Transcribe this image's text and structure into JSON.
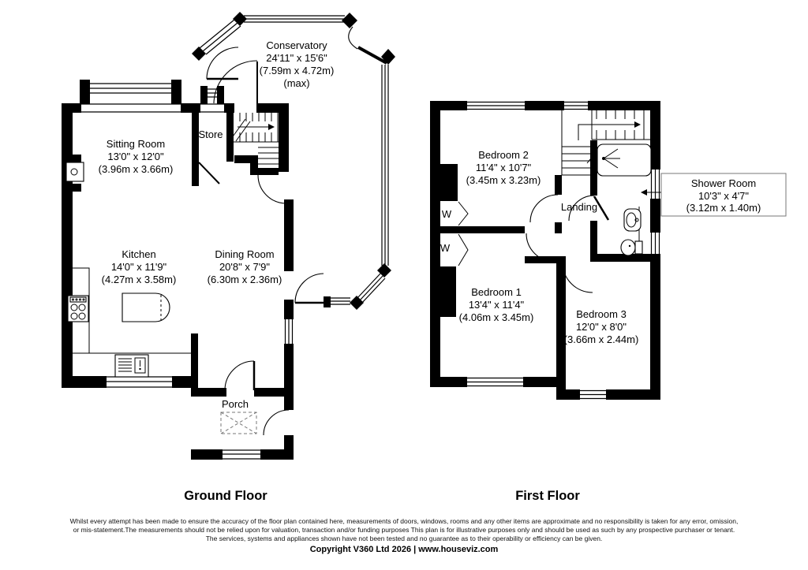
{
  "floors": {
    "ground": {
      "label": "Ground Floor",
      "rooms": {
        "conservatory": {
          "name": "Conservatory",
          "imperial": "24'11\" x 15'6\"",
          "metric": "(7.59m x 4.72m)",
          "note": "(max)"
        },
        "sitting_room": {
          "name": "Sitting Room",
          "imperial": "13'0\" x 12'0\"",
          "metric": "(3.96m x 3.66m)"
        },
        "store": {
          "name": "Store"
        },
        "kitchen": {
          "name": "Kitchen",
          "imperial": "14'0\" x 11'9\"",
          "metric": "(4.27m x 3.58m)"
        },
        "dining_room": {
          "name": "Dining Room",
          "imperial": "20'8\" x 7'9\"",
          "metric": "(6.30m x 2.36m)"
        },
        "porch": {
          "name": "Porch"
        }
      }
    },
    "first": {
      "label": "First Floor",
      "rooms": {
        "bedroom1": {
          "name": "Bedroom 1",
          "imperial": "13'4\" x 11'4\"",
          "metric": "(4.06m x 3.45m)"
        },
        "bedroom2": {
          "name": "Bedroom 2",
          "imperial": "11'4\" x 10'7\"",
          "metric": "(3.45m x 3.23m)"
        },
        "bedroom3": {
          "name": "Bedroom 3",
          "imperial": "12'0\" x 8'0\"",
          "metric": "(3.66m x 2.44m)"
        },
        "landing": {
          "name": "Landing"
        },
        "shower_room": {
          "name": "Shower Room",
          "imperial": "10'3\" x 4'7\"",
          "metric": "(3.12m x 1.40m)"
        },
        "wardrobe": {
          "name": "W"
        }
      }
    }
  },
  "footer": {
    "disclaimer_lines": [
      "Whilst every attempt has been made to ensure the accuracy of the floor plan contained here, measurements of doors, windows, rooms and any other items are approximate and no responsibility is taken for any error, omission,",
      "or mis-statement.The measurements should not be relied upon for valuation, transaction and/or funding purposes This plan is for illustrative purposes only and should be used as such by any prospective purchaser or tenant.",
      "The services, systems and appliances shown have not been tested and no guarantee as to their operability or efficiency can be given."
    ],
    "copyright": "Copyright V360 Ltd 2026 | www.houseviz.com"
  },
  "colors": {
    "wall": "#000000",
    "background": "#ffffff",
    "label_box_border": "#777777"
  }
}
